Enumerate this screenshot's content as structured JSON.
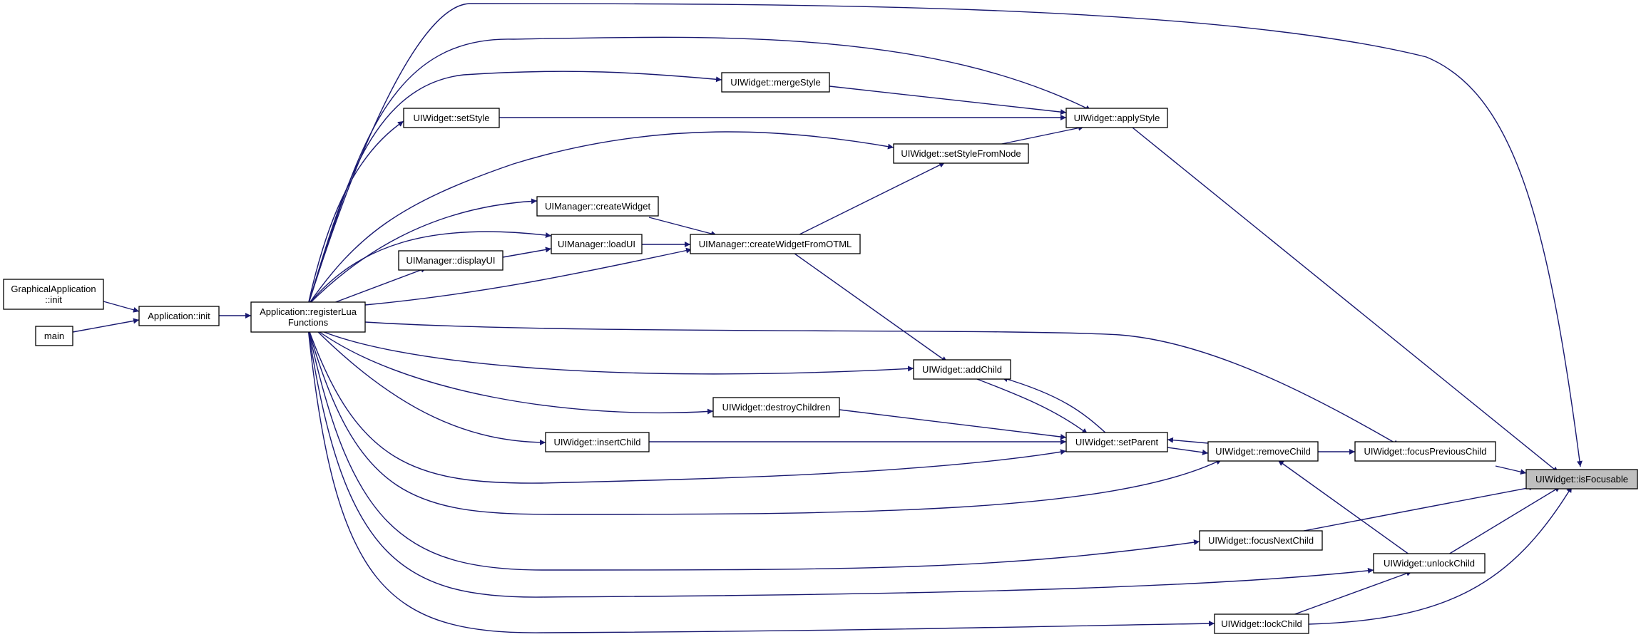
{
  "graph": {
    "edge_color": "#191970",
    "focus_fill": "#bfbfbf",
    "nodes": {
      "ga_init": {
        "lines": [
          "GraphicalApplication",
          "::init"
        ]
      },
      "main": {
        "lines": [
          "main"
        ]
      },
      "app_init": {
        "lines": [
          "Application::init"
        ]
      },
      "app_reg": {
        "lines": [
          "Application::registerLua",
          "Functions"
        ]
      },
      "setstyle": {
        "lines": [
          "UIWidget::setStyle"
        ]
      },
      "mergestyle": {
        "lines": [
          "UIWidget::mergeStyle"
        ]
      },
      "applystyle": {
        "lines": [
          "UIWidget::applyStyle"
        ]
      },
      "stylefromnode": {
        "lines": [
          "UIWidget::setStyleFromNode"
        ]
      },
      "createwidget": {
        "lines": [
          "UIManager::createWidget"
        ]
      },
      "loadui": {
        "lines": [
          "UIManager::loadUI"
        ]
      },
      "displayui": {
        "lines": [
          "UIManager::displayUI"
        ]
      },
      "fromotml": {
        "lines": [
          "UIManager::createWidgetFromOTML"
        ]
      },
      "addchild": {
        "lines": [
          "UIWidget::addChild"
        ]
      },
      "destroychildren": {
        "lines": [
          "UIWidget::destroyChildren"
        ]
      },
      "insertchild": {
        "lines": [
          "UIWidget::insertChild"
        ]
      },
      "setparent": {
        "lines": [
          "UIWidget::setParent"
        ]
      },
      "removechild": {
        "lines": [
          "UIWidget::removeChild"
        ]
      },
      "focusprev": {
        "lines": [
          "UIWidget::focusPreviousChild"
        ]
      },
      "isfocusable": {
        "lines": [
          "UIWidget::isFocusable"
        ]
      },
      "focusnext": {
        "lines": [
          "UIWidget::focusNextChild"
        ]
      },
      "unlockchild": {
        "lines": [
          "UIWidget::unlockChild"
        ]
      },
      "lockchild": {
        "lines": [
          "UIWidget::lockChild"
        ]
      }
    }
  }
}
